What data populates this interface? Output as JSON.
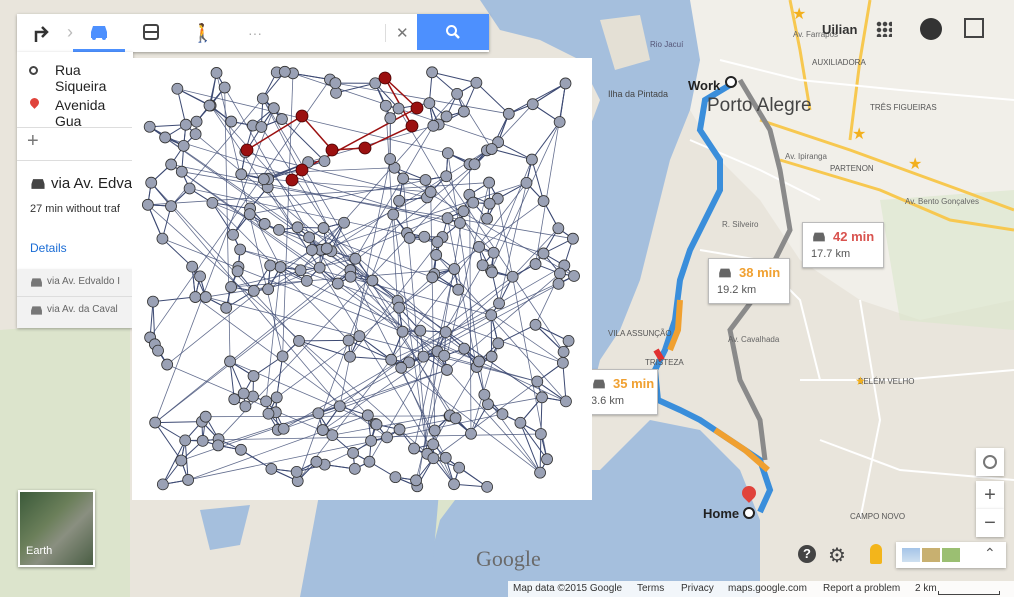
{
  "top_bar": {
    "modes": [
      {
        "name": "directions-icon"
      },
      {
        "name": "car-icon"
      },
      {
        "name": "transit-icon"
      },
      {
        "name": "walk-icon"
      },
      {
        "name": "more-icon",
        "label": "···"
      }
    ],
    "close_label": "✕",
    "accent": "#4d90fe"
  },
  "directions": {
    "origin": "Rua Siqueira",
    "destination": "Avenida Gua",
    "add_label": "+",
    "route_title": "via Av. Edva",
    "route_time": "27 min without traf",
    "details_label": "Details",
    "alternatives": [
      "via Av. Edvaldo I",
      "via Av. da Caval"
    ]
  },
  "map_labels": {
    "city": "Porto Alegre",
    "work": "Work",
    "home": "Home",
    "user": "Uilian",
    "places": [
      "AUXILIADORA",
      "TRÊS FIGUEIRAS",
      "PARTENON",
      "Ilha da Pintada",
      "VILA ASSUNÇÃO",
      "TRISTEZA",
      "BELÉM VELHO",
      "CAMPO NOVO",
      "Av. Ipiranga",
      "Av. Bento Gonçalves",
      "Av. Farrapos",
      "Av. Cavalhada",
      "R. Silveiro",
      "Rio Jacuí"
    ],
    "brand": "Google",
    "earth": "Earth"
  },
  "route_boxes": [
    {
      "time": "42 min",
      "dist": "17.7 km",
      "color": "#d9534f"
    },
    {
      "time": "38 min",
      "dist": "19.2 km",
      "color": "#f0a030"
    },
    {
      "time": "35 min",
      "dist": "3.6 km",
      "color": "#f0a030"
    }
  ],
  "controls": {
    "zoom_in": "+",
    "zoom_out": "−"
  },
  "footer": {
    "map_data": "Map data ©2015 Google",
    "terms": "Terms",
    "privacy": "Privacy",
    "domain": "maps.google.com",
    "report": "Report a problem",
    "scale": "2 km"
  },
  "graph": {
    "node_color": "#9aa1b5",
    "edge_color": "#3d4a73",
    "highlight_color": "#9b1010"
  }
}
